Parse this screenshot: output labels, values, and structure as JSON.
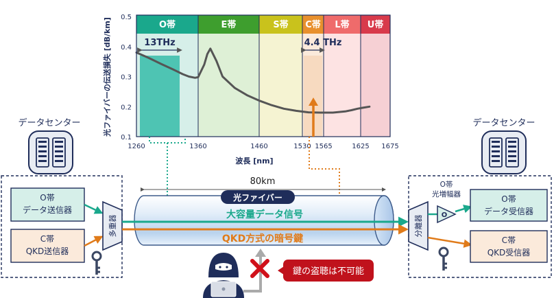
{
  "chart_data": {
    "type": "line",
    "ylabel": "光ファイバーの伝送損失 [dB/km]",
    "xlabel": "波長 [nm]",
    "ylim": [
      0.1,
      0.5
    ],
    "yticks": [
      "0.1",
      "0.2",
      "0.3",
      "0.4",
      "0.5"
    ],
    "bands": [
      {
        "label": "O帯",
        "start": 1260,
        "end": 1360,
        "color": "#1aa88c",
        "fill": "#d6efe9"
      },
      {
        "label": "E帯",
        "start": 1360,
        "end": 1460,
        "color": "#3e9e2e",
        "fill": "#def0d6"
      },
      {
        "label": "S帯",
        "start": 1460,
        "end": 1530,
        "color": "#c9c21c",
        "fill": "#f5f3d2"
      },
      {
        "label": "C帯",
        "start": 1530,
        "end": 1565,
        "color": "#e8902d",
        "fill": "#fbeadb"
      },
      {
        "label": "L帯",
        "start": 1565,
        "end": 1625,
        "color": "#ef6b6b",
        "fill": "#fde3e3"
      },
      {
        "label": "U帯",
        "start": 1625,
        "end": 1675,
        "color": "#d83a4b",
        "fill": "#f6d0d4"
      }
    ],
    "xticks": [
      "1260",
      "1360",
      "1460",
      "1530",
      "1565",
      "1625",
      "1675"
    ],
    "series": [
      {
        "x": [
          1260,
          1280,
          1300,
          1320,
          1335,
          1345,
          1355,
          1360,
          1370,
          1375,
          1380,
          1390,
          1400,
          1420,
          1440,
          1460,
          1480,
          1500,
          1520,
          1540,
          1560,
          1580,
          1600,
          1610,
          1620,
          1628,
          1640
        ],
        "y": [
          0.38,
          0.362,
          0.342,
          0.323,
          0.308,
          0.3,
          0.296,
          0.298,
          0.34,
          0.375,
          0.393,
          0.352,
          0.3,
          0.262,
          0.238,
          0.22,
          0.205,
          0.193,
          0.186,
          0.181,
          0.18,
          0.18,
          0.184,
          0.188,
          0.193,
          0.196,
          0.2
        ]
      }
    ],
    "annotations": [
      {
        "label": "13THz",
        "band": "O帯",
        "start": 1270,
        "end": 1330
      },
      {
        "label": "4.4 THz",
        "band": "C帯",
        "start": 1530,
        "end": 1565
      }
    ]
  },
  "left_dc": {
    "title": "データセンター",
    "o_sender_l1": "O帯",
    "o_sender_l2": "データ送信器",
    "c_sender_l1": "C帯",
    "c_sender_l2": "QKD送信器",
    "mux_label": "多重器"
  },
  "right_dc": {
    "title": "データセンター",
    "amp_l1": "O帯",
    "amp_l2": "光増幅器",
    "amp_symbol": "O",
    "demux_label": "分離器",
    "o_receiver_l1": "O帯",
    "o_receiver_l2": "データ受信器",
    "c_receiver_l1": "C帯",
    "c_receiver_l2": "QKD受信器"
  },
  "fiber": {
    "distance": "80km",
    "title": "光ファイバー",
    "data_signal": "大容量データ信号",
    "qkd_signal": "QKD方式の暗号鍵"
  },
  "eavesdrop": {
    "warning": "鍵の盗聴は不可能"
  },
  "colors": {
    "teal": "#1aa88c",
    "orange": "#e07b1a",
    "navy": "#1f2d5a",
    "red": "#c0121c"
  },
  "icons": [
    "server-rack-icon",
    "key-icon",
    "hacker-icon",
    "x-mark-icon",
    "amplifier-icon"
  ]
}
